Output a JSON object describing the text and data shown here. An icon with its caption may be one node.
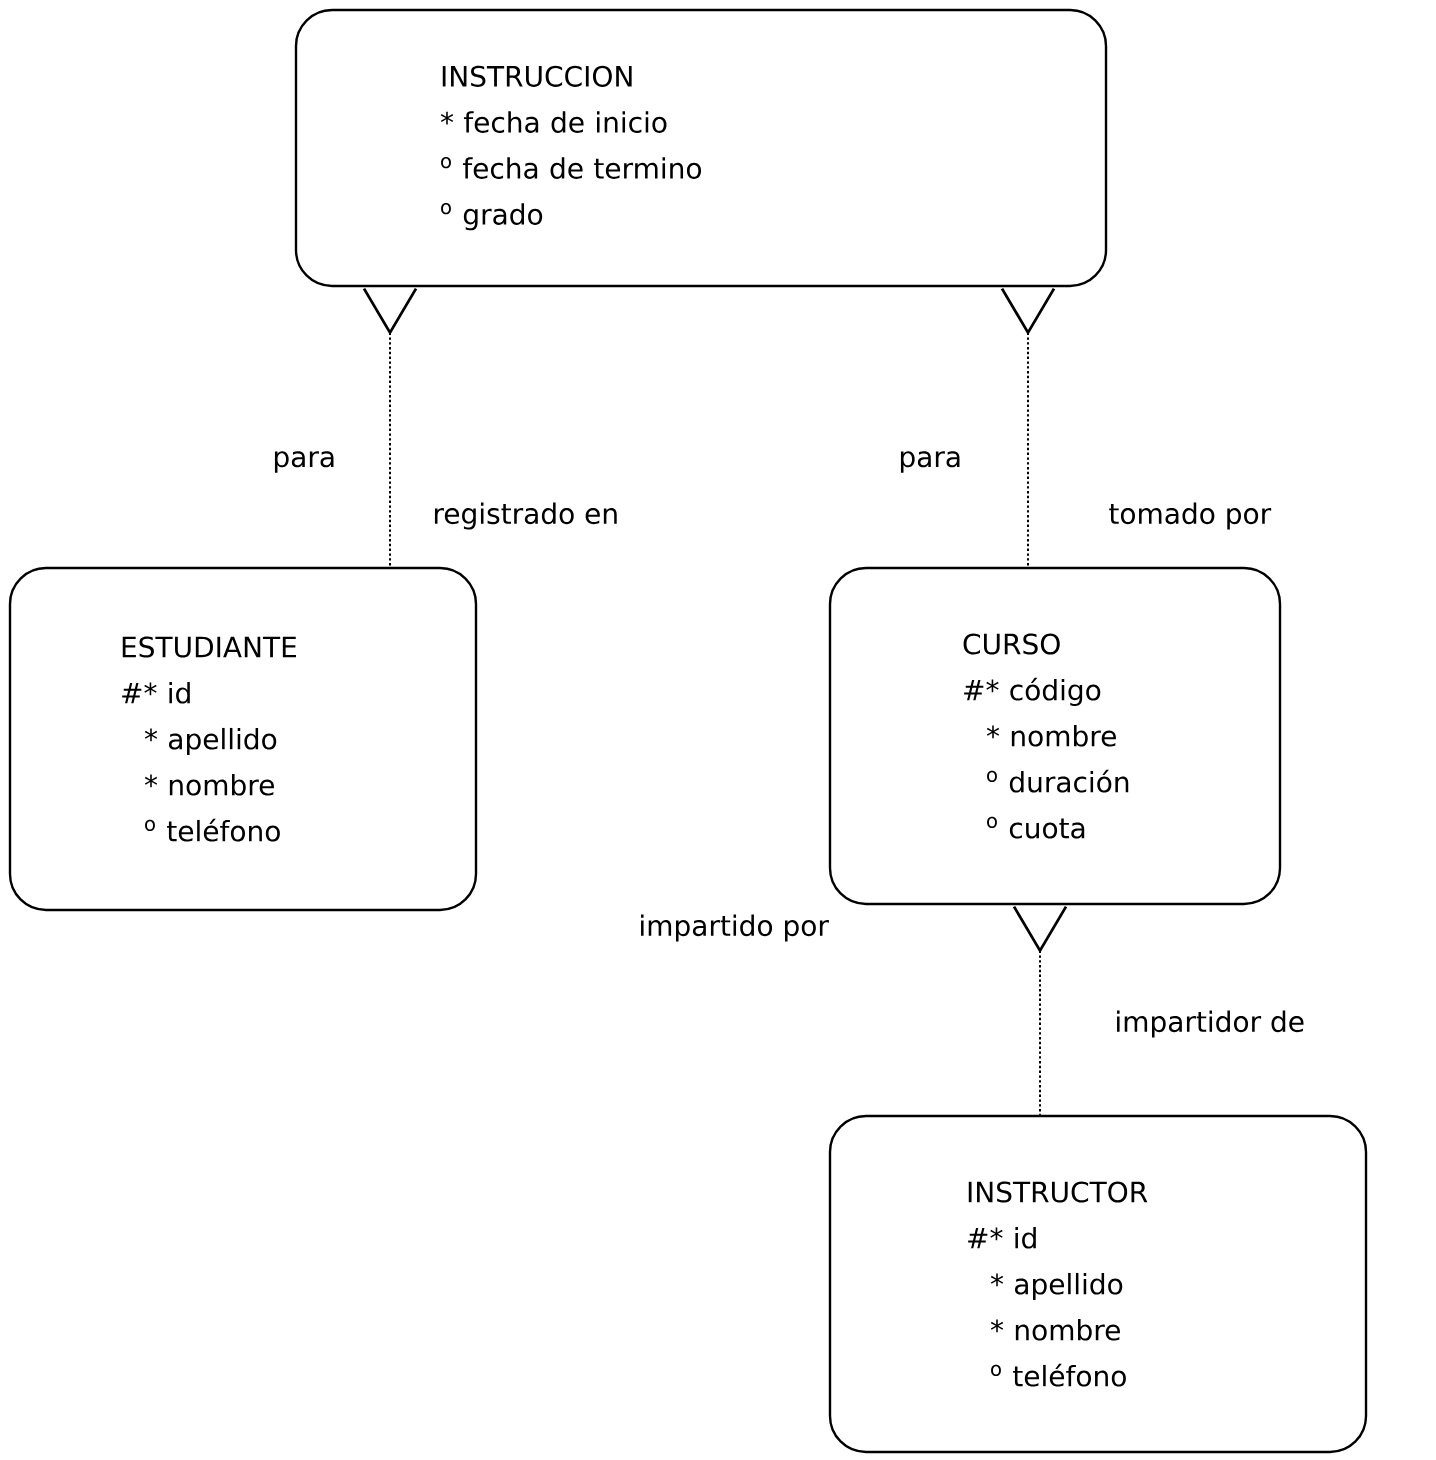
{
  "diagram": {
    "nodes": [
      {
        "text": [
          "INSTRUCCION",
          "* fecha de inicio",
          "$^{o}$ fecha de termino",
          "$^{o}$ grado"
        ]
      },
      {
        "text": [
          "ESTUDIANTE",
          "#* id",
          "* apellido",
          "* nombre",
          "$^{o}$ teléfono"
        ]
      },
      {
        "text": [
          "CURSO",
          "#* código",
          "* nombre",
          "$^{o}$ duración",
          "$^{o}$ cuota"
        ]
      },
      {
        "text": [
          "INSTRUCTOR",
          "#* id",
          "* apellido",
          "* nombre",
          "$^{o}$ teléfono"
        ]
      }
    ],
    "edges": [
      {
        "from": 0,
        "to": 1,
        "arrow": "other",
        "style": "dashed"
      },
      {
        "from": 0,
        "to": 2,
        "arrow": "other",
        "style": "dashed"
      },
      {
        "from": 2,
        "to": 3,
        "arrow": "other",
        "style": "dashed"
      }
    ],
    "labels": [
      "para",
      "para",
      "registrado en",
      "tomado por",
      "impartido por",
      "impartidor de"
    ]
  }
}
